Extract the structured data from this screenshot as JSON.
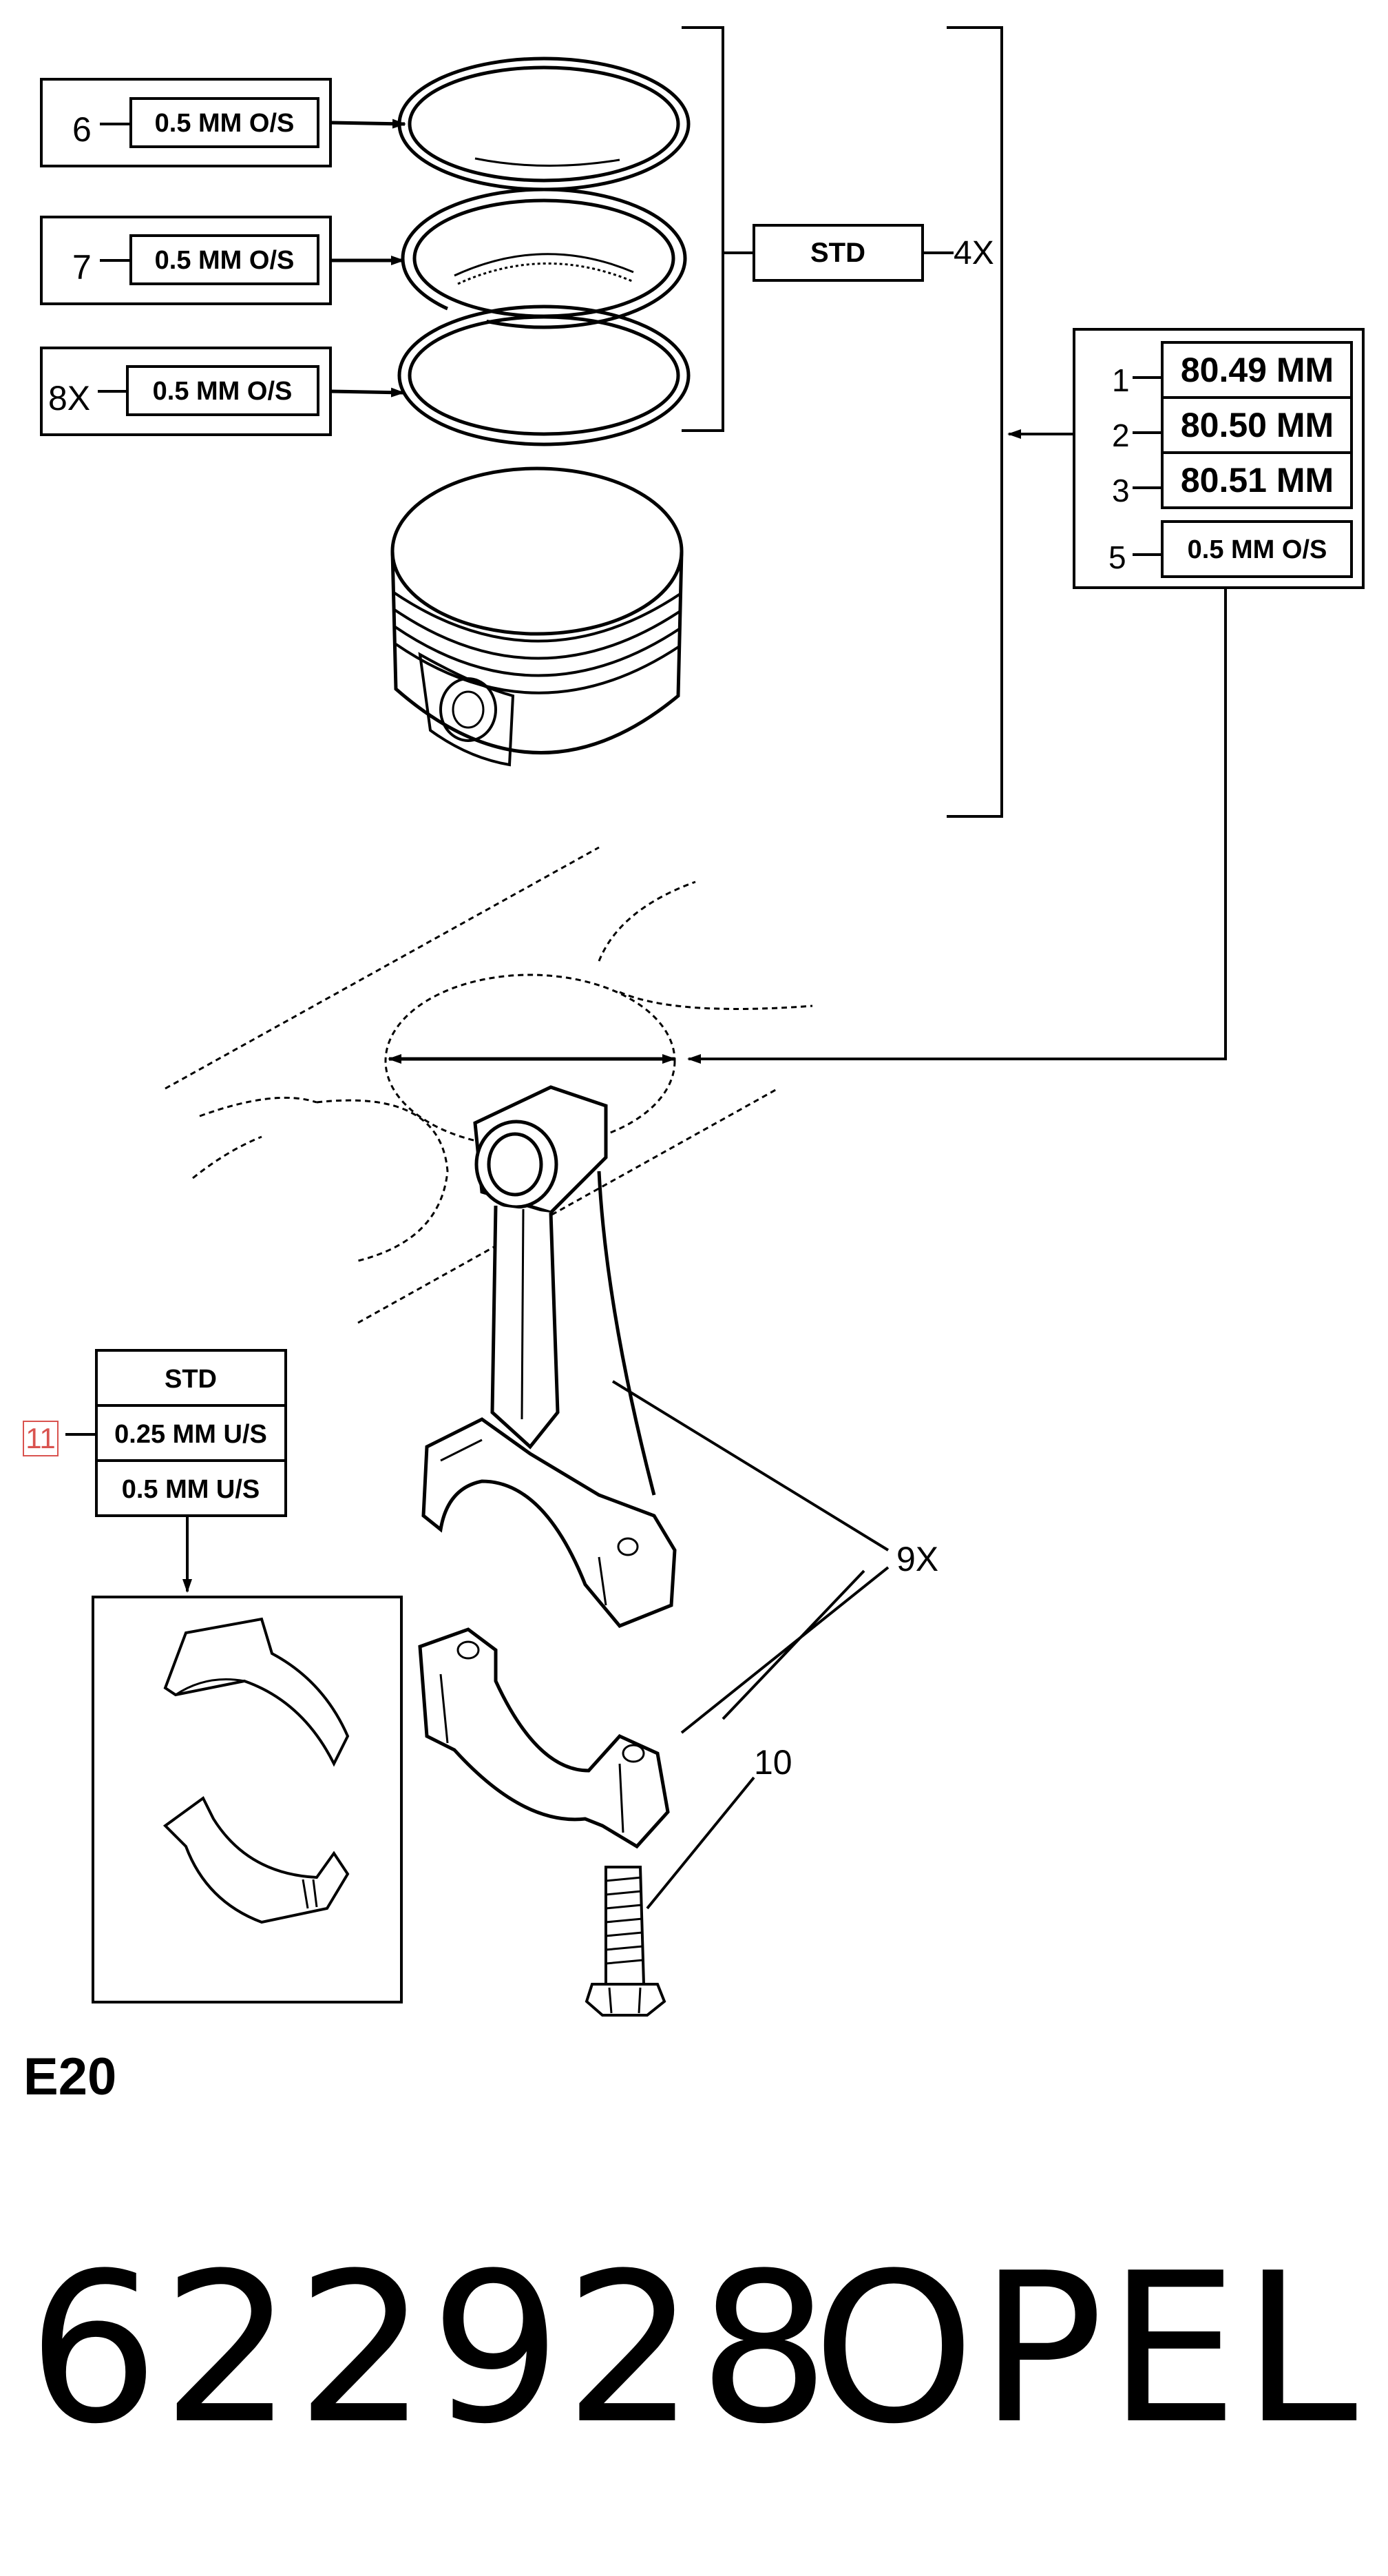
{
  "callouts": {
    "ring_top": {
      "ref": "6",
      "label": "0.5 MM O/S"
    },
    "ring_middle": {
      "ref": "7",
      "label": "0.5 MM O/S"
    },
    "ring_oil": {
      "ref": "8X",
      "label": "0.5 MM O/S"
    },
    "ring_set": {
      "label": "STD",
      "qty": "4X"
    },
    "piston_sizes": [
      {
        "ref": "1",
        "label": "80.49 MM"
      },
      {
        "ref": "2",
        "label": "80.50 MM"
      },
      {
        "ref": "3",
        "label": "80.51 MM"
      },
      {
        "ref": "5",
        "label": "0.5 MM O/S"
      }
    ],
    "bearing_sizes": {
      "ref": "11",
      "rows": [
        "STD",
        "0.25 MM U/S",
        "0.5 MM U/S"
      ]
    },
    "conrod": {
      "ref": "9X"
    },
    "bolt": {
      "ref": "10"
    }
  },
  "engine_code": "E20",
  "part_number": "622928",
  "brand": "OPEL"
}
